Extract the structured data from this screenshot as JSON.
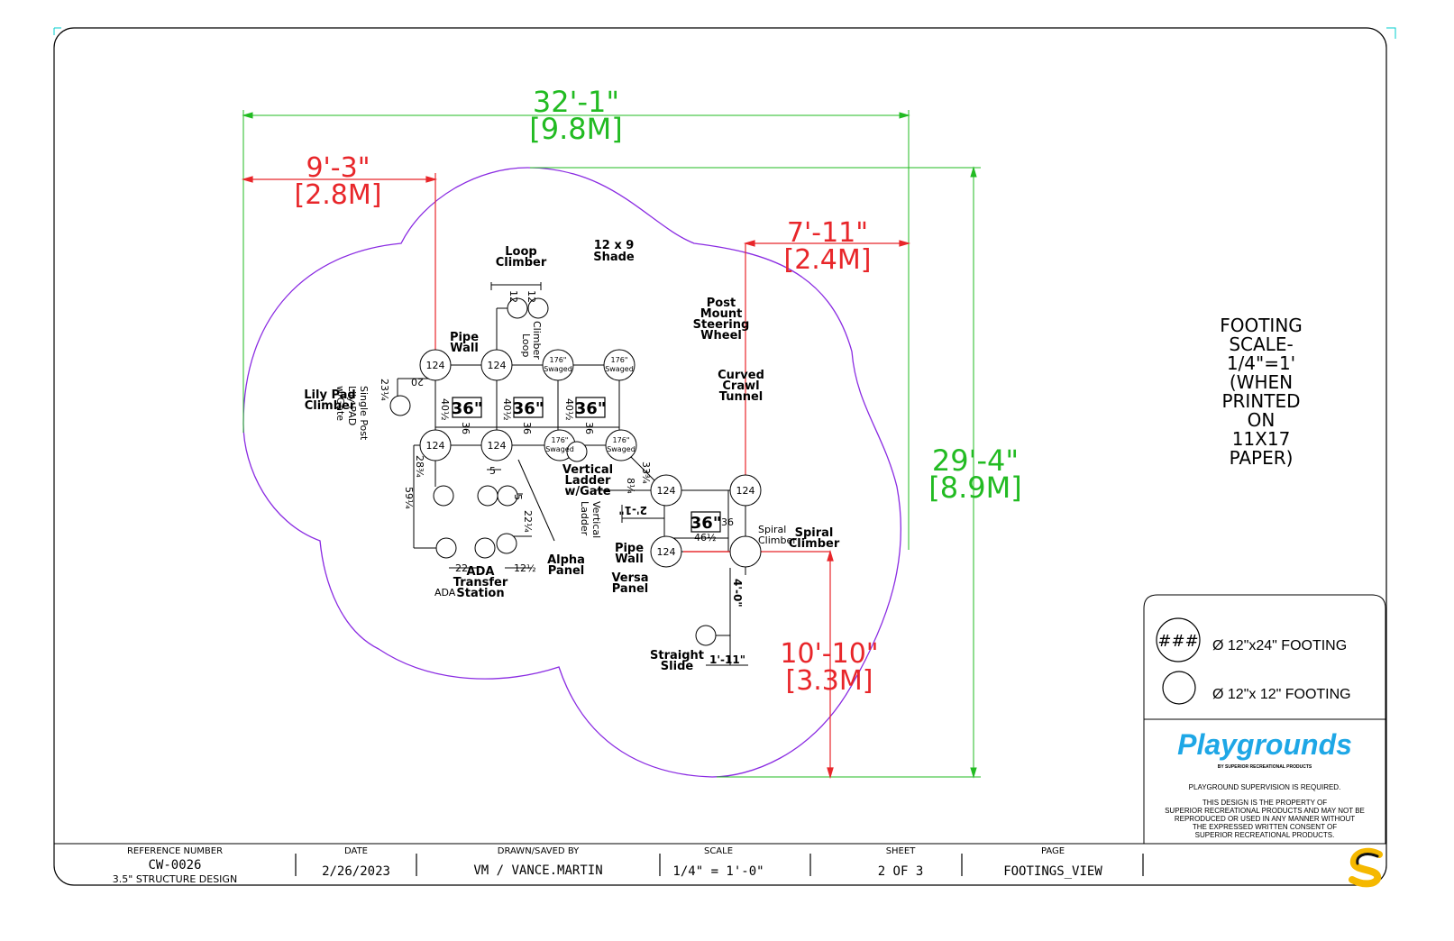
{
  "dimensions": {
    "overall_width": {
      "ft": "32'-1\"",
      "m": "[9.8M]"
    },
    "left_offset": {
      "ft": "9'-3\"",
      "m": "[2.8M]"
    },
    "right_offset": {
      "ft": "7'-11\"",
      "m": "[2.4M]"
    },
    "overall_height": {
      "ft": "29'-4\"",
      "m": "[8.9M]"
    },
    "bottom_offset": {
      "ft": "10'-10\"",
      "m": "[3.3M]"
    }
  },
  "footing_note": [
    "FOOTING",
    "SCALE-",
    "1/4\"=1'",
    "(WHEN",
    "PRINTED",
    "ON",
    "11X17",
    "PAPER)"
  ],
  "labels": {
    "loop_climber": [
      "Loop",
      "Climber"
    ],
    "loop_climber_rot": [
      "Loop",
      "Climber"
    ],
    "shade": [
      "12 x 9",
      "Shade"
    ],
    "post_mount": [
      "Post",
      "Mount",
      "Steering",
      "Wheel"
    ],
    "curved_tunnel": [
      "Curved",
      "Crawl",
      "Tunnel"
    ],
    "pipe_wall_top": [
      "Pipe",
      "Wall"
    ],
    "lily_pad": [
      "Lily Pad",
      "Climber"
    ],
    "single_post": [
      "Single Post",
      "Lily PAD",
      "w/Gate"
    ],
    "vertical_ladder": [
      "Vertical",
      "Ladder",
      "w/Gate"
    ],
    "vertical_ladder_rot": [
      "Vertical",
      "Ladder"
    ],
    "alpha_panel": [
      "Alpha",
      "Panel"
    ],
    "ada_transfer": [
      "ADA",
      "Transfer",
      "Station"
    ],
    "ada_small": "ADA",
    "pipe_wall_mid": [
      "Pipe",
      "Wall"
    ],
    "versa_panel": [
      "Versa",
      "Panel"
    ],
    "spiral_climber": [
      "Spiral",
      "Climber"
    ],
    "spiral_small": [
      "Spiral",
      "Climber"
    ],
    "straight_slide": [
      "Straight",
      "Slide"
    ]
  },
  "posts": {
    "std": "124",
    "swaged_top": "176\"",
    "swaged_bot": "Swaged"
  },
  "decks": [
    "36\"",
    "36\"",
    "36\"",
    "36\""
  ],
  "small_dims": {
    "d12a": "12",
    "d12b": "12",
    "d23": "23¼",
    "d20": "20",
    "d40a": "40½",
    "d36a": "36",
    "d40b": "40½",
    "d36b": "36",
    "d40c": "40½",
    "d36c": "36",
    "d28": "28¾",
    "d59": "59¼",
    "d5a": "5",
    "d5b": "5",
    "d22q": "22¼",
    "d22": "22",
    "d12h": "12½",
    "d33": "33¾",
    "d8": "8¼",
    "d21": "2'-1\"",
    "d36d": "36",
    "d46": "46½",
    "d40ft": "4'-0\"",
    "d111": "1'-11\""
  },
  "legend": {
    "large_symbol": "###",
    "large_text": "Ø 12\"x24\" FOOTING",
    "small_text": "Ø 12\"x 12\" FOOTING"
  },
  "brand": {
    "name": "Playgrounds",
    "tagline": "BY SUPERIOR RECREATIONAL PRODUCTS",
    "supervision": "PLAYGROUND SUPERVISION IS REQUIRED.",
    "disclaimer": [
      "THIS DESIGN IS THE PROPERTY OF",
      "SUPERIOR RECREATIONAL PRODUCTS AND MAY NOT BE",
      "REPRODUCED OR USED IN ANY MANNER WITHOUT",
      "THE EXPRESSED WRITTEN CONSENT OF",
      "SUPERIOR RECREATIONAL PRODUCTS."
    ],
    "logo_letter": "S"
  },
  "title_block": {
    "ref_label": "REFERENCE NUMBER",
    "ref_value": "CW-0026",
    "ref_sub": "3.5\"  STRUCTURE DESIGN",
    "date_label": "DATE",
    "date_value": "2/26/2023",
    "drawn_label": "DRAWN/SAVED BY",
    "drawn_value": "VM / VANCE.MARTIN",
    "scale_label": "SCALE",
    "scale_value": "1/4\" = 1'-0\"",
    "sheet_label": "SHEET",
    "sheet_value": "2  OF  3",
    "page_label": "PAGE",
    "page_value": "FOOTINGS_VIEW"
  },
  "colors": {
    "green": "#22bb22",
    "red": "#e8262a",
    "purple": "#8a2be2",
    "cyan": "#00cccc",
    "brand_blue": "#1ea7e6",
    "logo_yellow": "#f5b800"
  }
}
